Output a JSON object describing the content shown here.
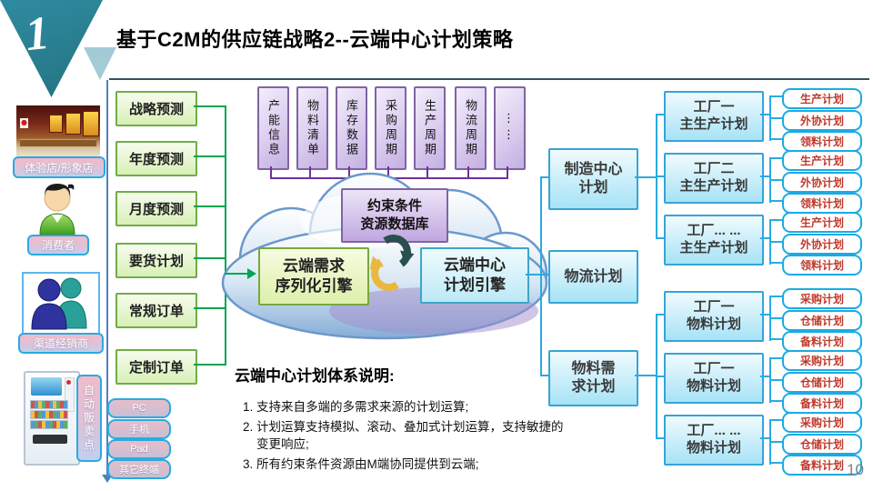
{
  "slide": {
    "badge": "1",
    "title": "基于C2M的供应链战略2--云端中心计划策略",
    "page_number": "10"
  },
  "colors": {
    "accent_teal": "#2a7f95",
    "accent_cyan": "#29abe2",
    "accent_green": "#00a551",
    "accent_purple": "#7030a0",
    "plan_text_red": "#c0392b"
  },
  "icons": {
    "badge_triangle": "teal-triangle",
    "store": "store-photo",
    "consumer": "person-icon",
    "distributor": "two-people-icon",
    "vending": "vending-machine-icon",
    "sync": "circular-arrows-icon",
    "cloud": "cloud-shape"
  },
  "channels": [
    {
      "label": "体验店/形象店"
    },
    {
      "label": "消费者"
    },
    {
      "label": "渠道经销商"
    },
    {
      "label": "自动贩卖点"
    }
  ],
  "terminals": [
    "PC",
    "手机",
    "Pad",
    "其它终端"
  ],
  "demand_inputs": [
    "战略预测",
    "年度预测",
    "月度预测",
    "要货计划",
    "常规订单",
    "定制订单"
  ],
  "constraint_sources": [
    "产能信息",
    "物料清单",
    "库存数据",
    "采购周期",
    "生产周期",
    "物流周期",
    "⋮⋮"
  ],
  "cloud": {
    "constraint_db": [
      "约束条件",
      "资源数据库"
    ],
    "demand_engine": [
      "云端需求",
      "序列化引擎"
    ],
    "plan_engine": [
      "云端中心",
      "计划引擎"
    ]
  },
  "center_plans": [
    [
      "制造中心",
      "计划"
    ],
    [
      "物流计划"
    ],
    [
      "物料需",
      "求计划"
    ]
  ],
  "factory_groups": [
    {
      "factories": [
        {
          "name": [
            "工厂一",
            "主生产计划"
          ],
          "plans": [
            "生产计划",
            "外协计划",
            "领料计划"
          ]
        },
        {
          "name": [
            "工厂二",
            "主生产计划"
          ],
          "plans": [
            "生产计划",
            "外协计划",
            "领料计划"
          ]
        },
        {
          "name": [
            "工厂... ...",
            "主生产计划"
          ],
          "plans": [
            "生产计划",
            "外协计划",
            "领料计划"
          ]
        }
      ]
    },
    {
      "factories": [
        {
          "name": [
            "工厂一",
            "物料计划"
          ],
          "plans": [
            "采购计划",
            "仓储计划",
            "备料计划"
          ]
        },
        {
          "name": [
            "工厂一",
            "物料计划"
          ],
          "plans": [
            "采购计划",
            "仓储计划",
            "备料计划"
          ]
        },
        {
          "name": [
            "工厂... ...",
            "物料计划"
          ],
          "plans": [
            "采购计划",
            "仓储计划",
            "备料计划"
          ]
        }
      ]
    }
  ],
  "notes": {
    "heading": "云端中心计划体系说明:",
    "items": [
      "支持来自多端的多需求来源的计划运算;",
      "计划运算支持模拟、滚动、叠加式计划运算，支持敏捷的变更响应;",
      "所有约束条件资源由M端协同提供到云端;"
    ]
  }
}
